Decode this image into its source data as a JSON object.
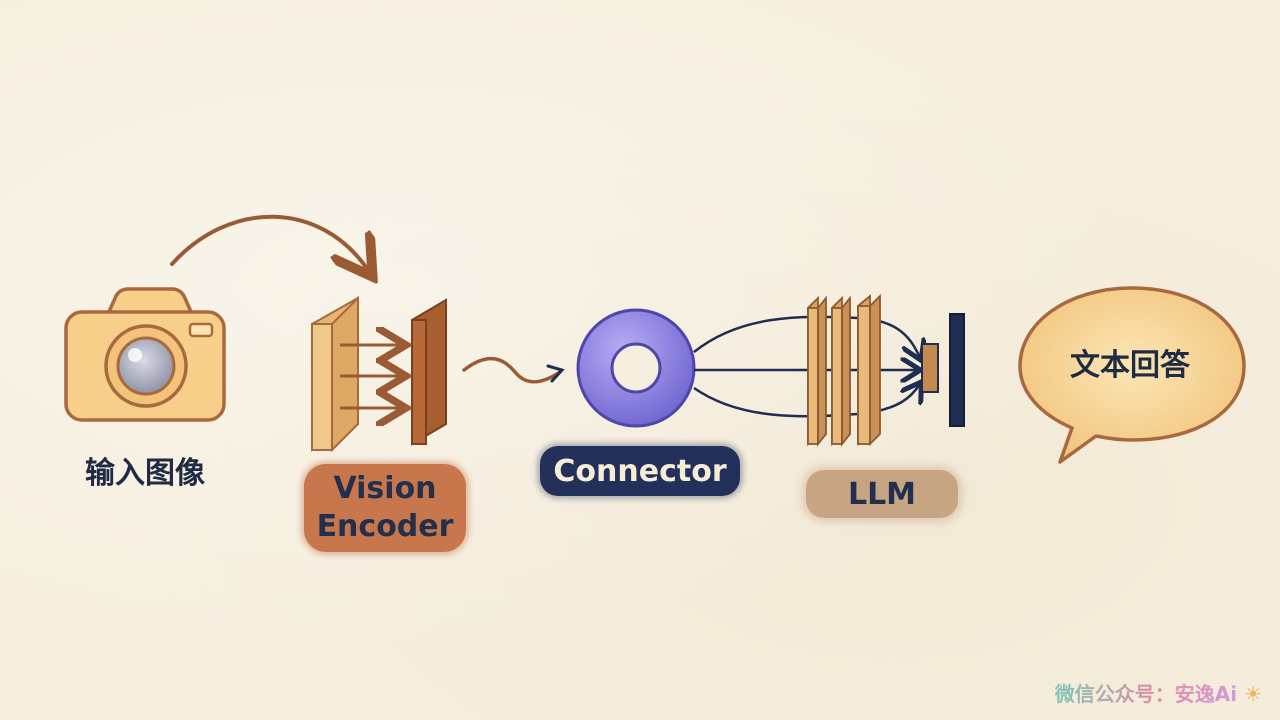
{
  "labels": {
    "input_image": "输入图像",
    "vision_encoder": "Vision Encoder",
    "connector": "Connector",
    "llm": "LLM",
    "text_answer": "文本回答"
  },
  "watermark": "微信公众号：安逸Ai",
  "colors": {
    "background": "#f6efdf",
    "camera_fill": "#f7cf8a",
    "camera_stroke": "#a8693e",
    "encoder_panel_light": "#e5b673",
    "encoder_panel_dark": "#a85e2f",
    "connector_torus": "#8f86e6",
    "llm_layers": "#d9a466",
    "llm_output_bar": "#1f2d52",
    "navy_text": "#1f2a44",
    "arrow_brown": "#9a5a34",
    "arrow_navy": "#1f2d52"
  },
  "icons": [
    "camera-icon",
    "speech-bubble-icon",
    "torus-icon"
  ]
}
